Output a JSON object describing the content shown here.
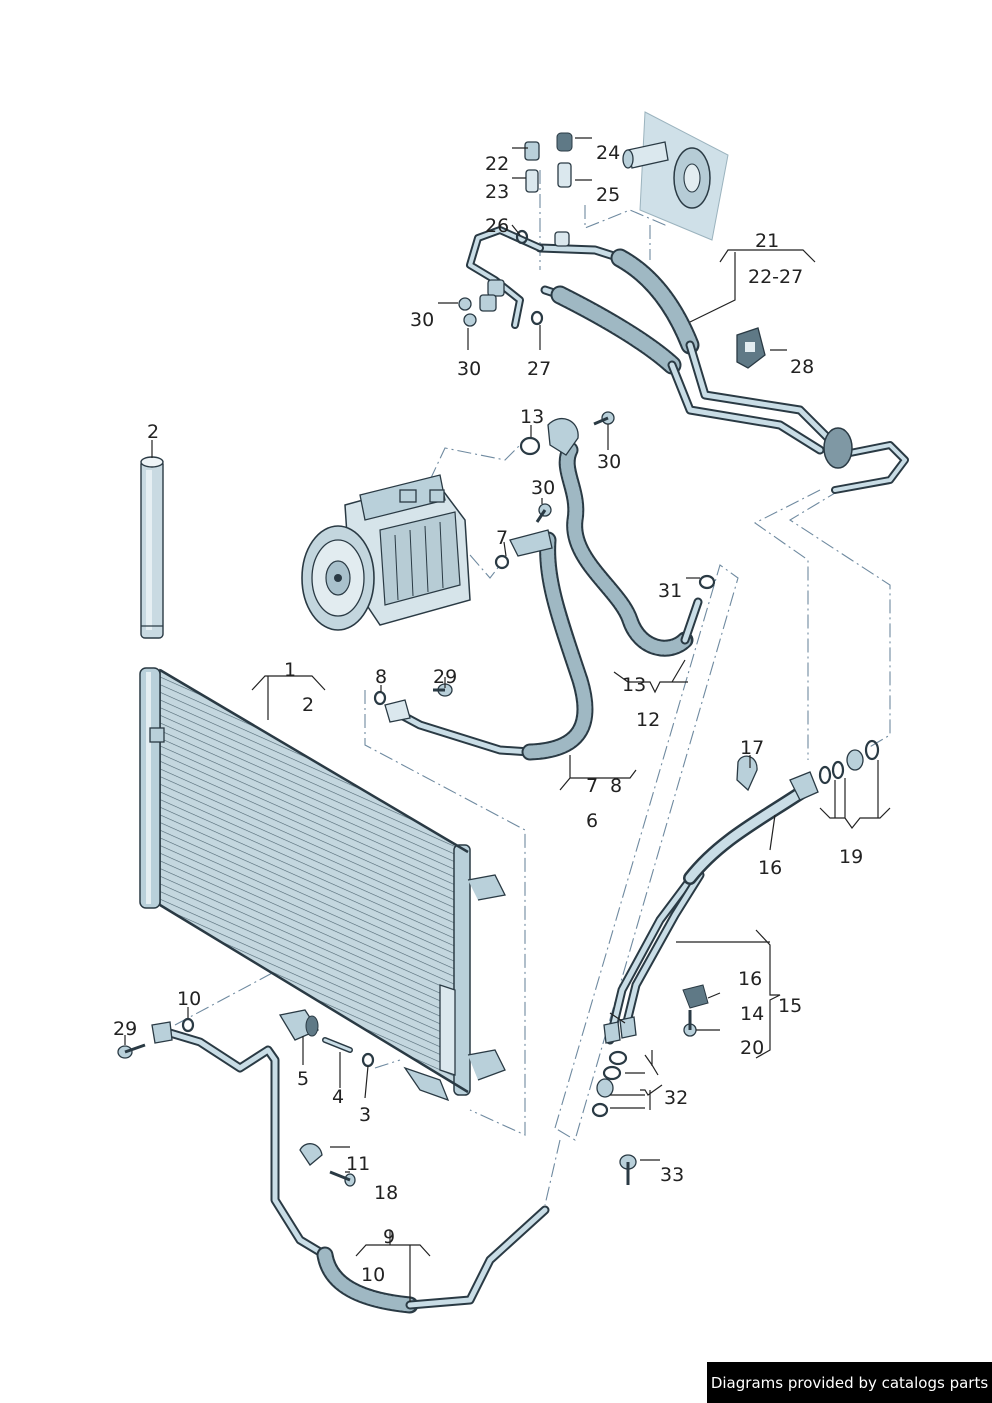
{
  "labels": {
    "l1": "1",
    "l2a": "2",
    "l2b": "2",
    "l3": "3",
    "l4": "4",
    "l5": "5",
    "l6": "6",
    "l7a": "7",
    "l7b": "7",
    "l8a": "8",
    "l8b": "8",
    "l9": "9",
    "l10a": "10",
    "l10b": "10",
    "l11": "11",
    "l12": "12",
    "l13a": "13",
    "l13b": "13",
    "l14": "14",
    "l15": "15",
    "l16a": "16",
    "l16b": "16",
    "l17": "17",
    "l18": "18",
    "l19": "19",
    "l20": "20",
    "l21": "21",
    "l22": "22",
    "l22_27": "22-27",
    "l23": "23",
    "l24": "24",
    "l25": "25",
    "l26": "26",
    "l27": "27",
    "l28": "28",
    "l29a": "29",
    "l29b": "29",
    "l30a": "30",
    "l30b": "30",
    "l30c": "30",
    "l30d": "30",
    "l31": "31",
    "l32": "32",
    "l33": "33"
  },
  "footer": {
    "text": "Diagrams provided by catalogs parts"
  },
  "colors": {
    "line": "#2a3a44",
    "part_fill": "#b9d0da",
    "dash": "#6f8aa0",
    "footer_bg": "#000000"
  }
}
